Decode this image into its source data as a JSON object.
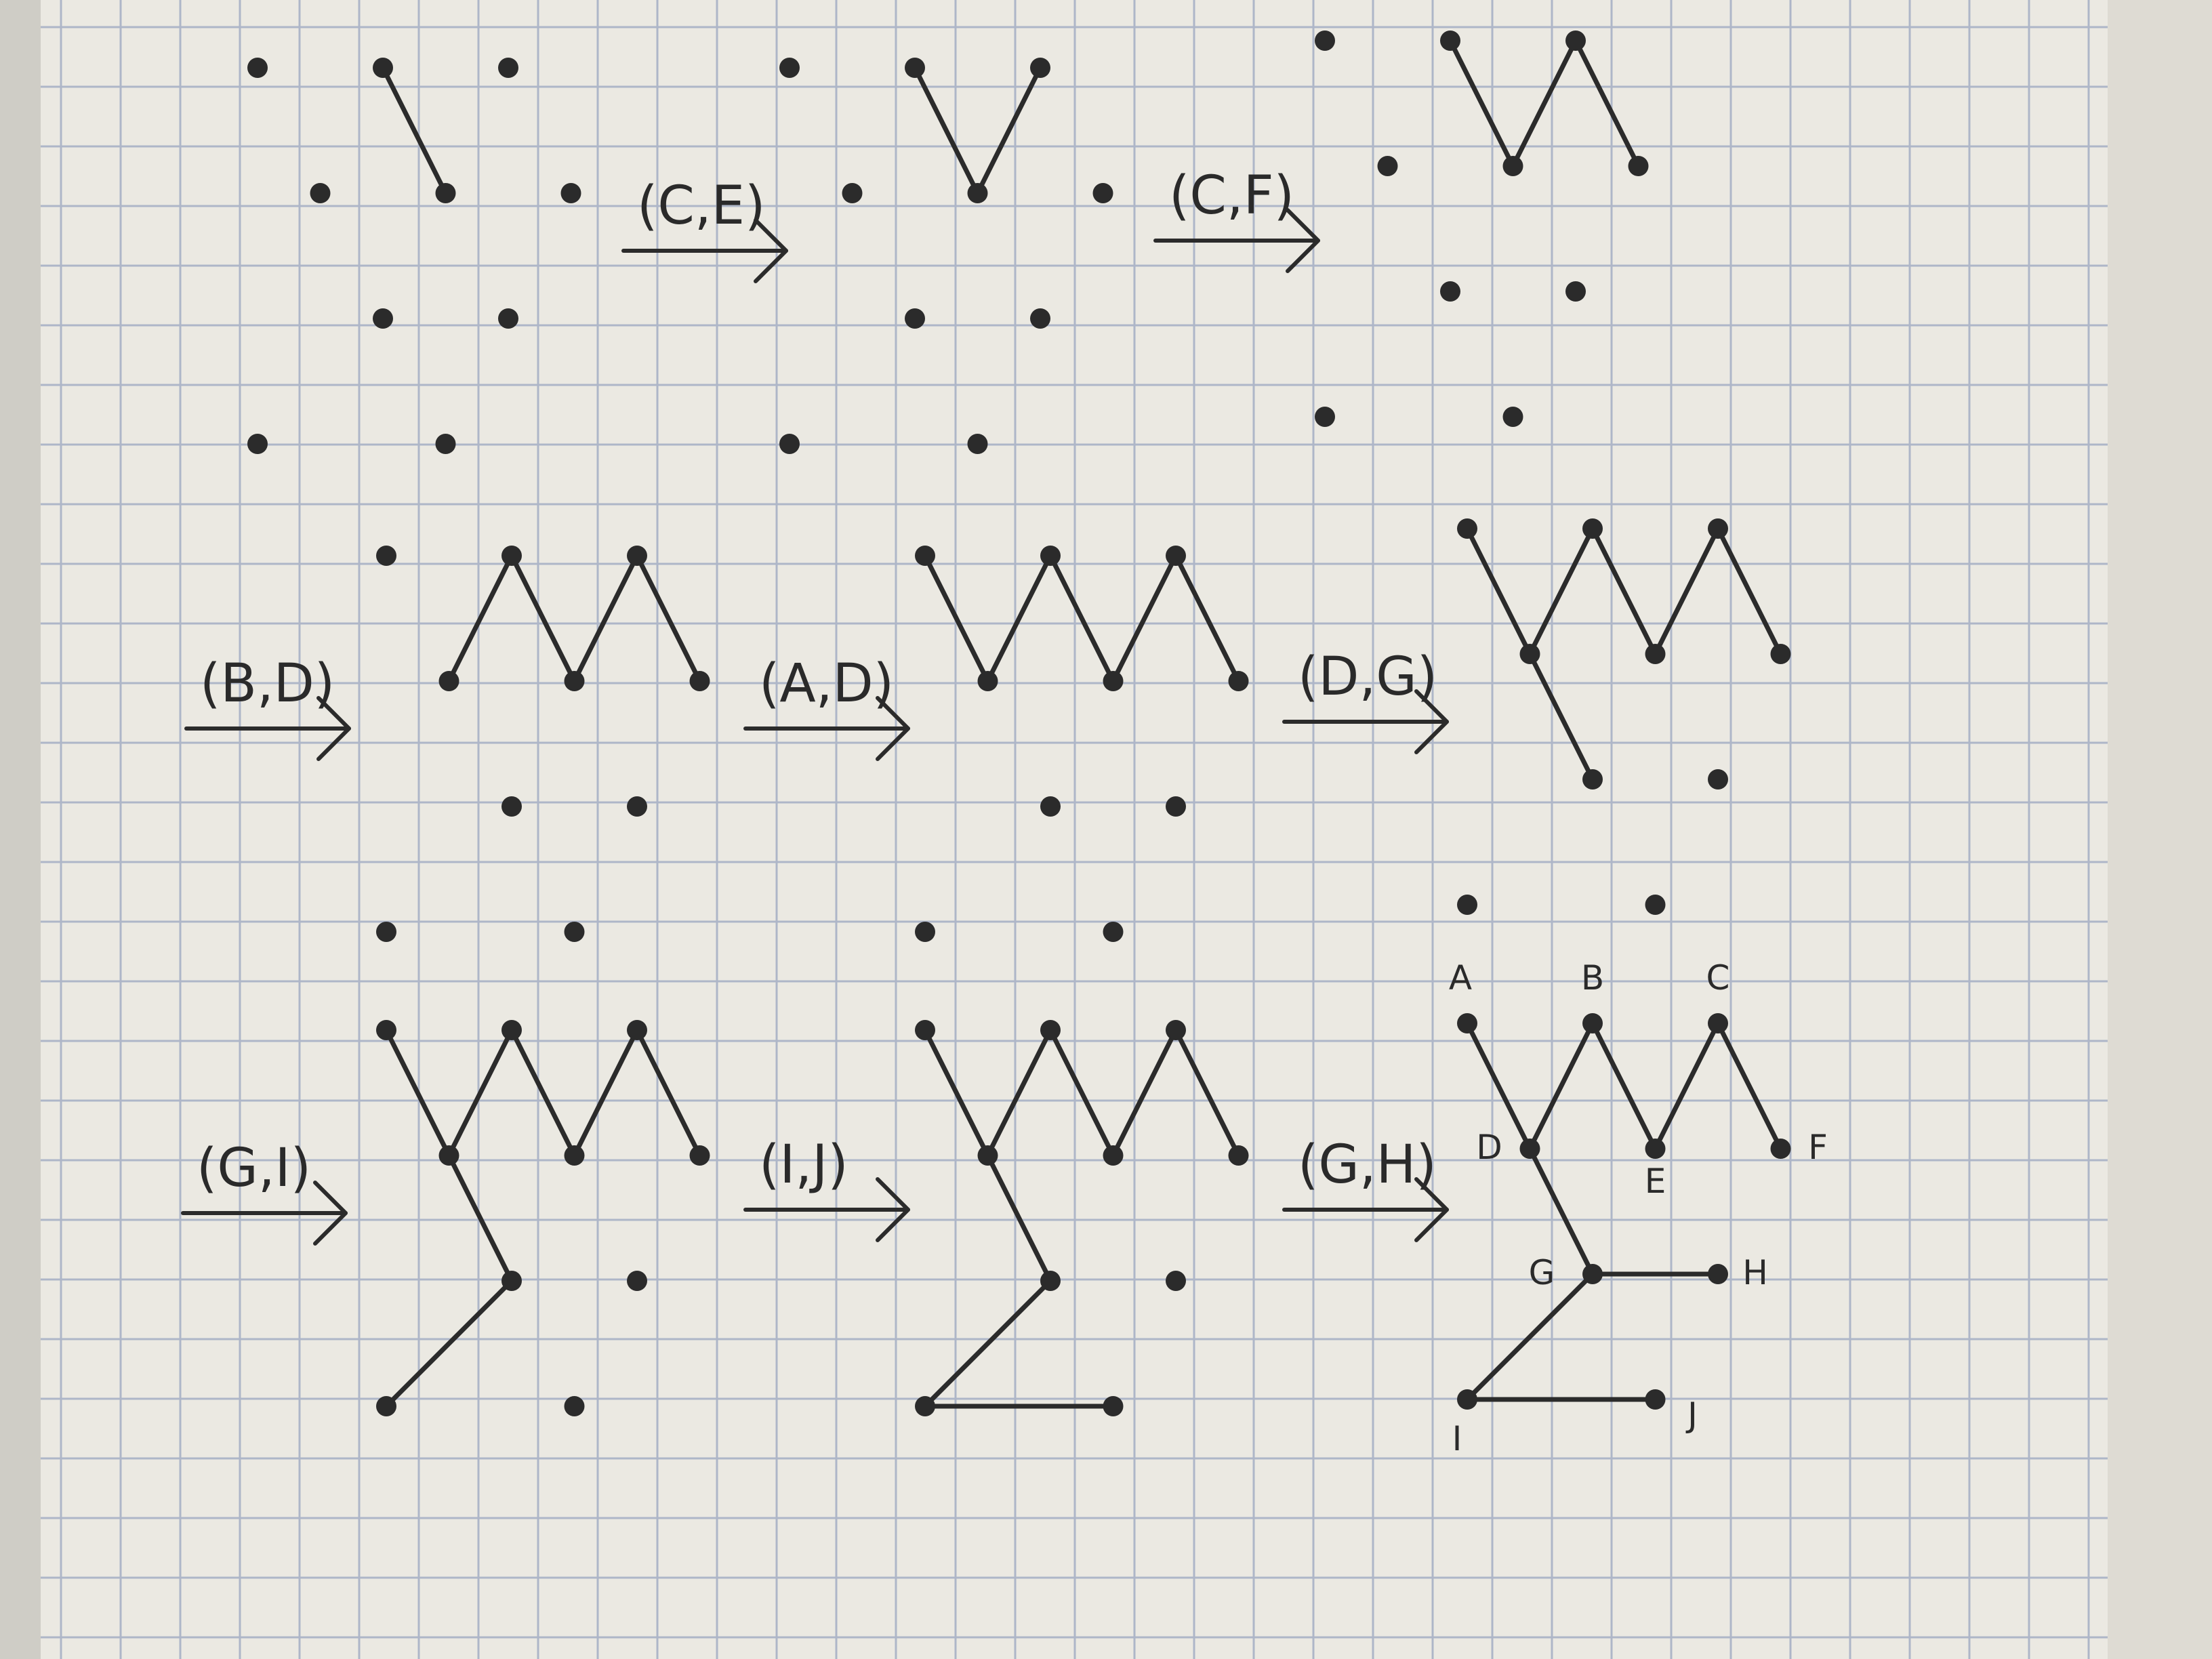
{
  "page": {
    "paper_color": "#ebe9e2",
    "grid_color": "#aeb6c8",
    "ink_color": "#2b2b2b"
  },
  "node_names": [
    "A",
    "B",
    "C",
    "D",
    "E",
    "F",
    "G",
    "H",
    "I",
    "J"
  ],
  "steps": [
    {
      "label": "(C,E)",
      "edges": [
        [
          "B",
          "E"
        ]
      ]
    },
    {
      "label": "(C,F)",
      "edges": [
        [
          "B",
          "E"
        ],
        [
          "C",
          "E"
        ]
      ]
    },
    {
      "label": "(B,D)",
      "edges": [
        [
          "B",
          "E"
        ],
        [
          "C",
          "E"
        ],
        [
          "C",
          "F"
        ]
      ]
    },
    {
      "label": "(A,D)",
      "edges": [
        [
          "B",
          "E"
        ],
        [
          "C",
          "E"
        ],
        [
          "C",
          "F"
        ],
        [
          "B",
          "D"
        ]
      ]
    },
    {
      "label": "(D,G)",
      "edges": [
        [
          "B",
          "E"
        ],
        [
          "C",
          "E"
        ],
        [
          "C",
          "F"
        ],
        [
          "B",
          "D"
        ],
        [
          "A",
          "D"
        ]
      ]
    },
    {
      "label": "(G,I)",
      "edges": [
        [
          "B",
          "E"
        ],
        [
          "C",
          "E"
        ],
        [
          "C",
          "F"
        ],
        [
          "B",
          "D"
        ],
        [
          "A",
          "D"
        ],
        [
          "D",
          "G"
        ]
      ]
    },
    {
      "label": "(I,J)",
      "edges": [
        [
          "B",
          "E"
        ],
        [
          "C",
          "E"
        ],
        [
          "C",
          "F"
        ],
        [
          "B",
          "D"
        ],
        [
          "A",
          "D"
        ],
        [
          "D",
          "G"
        ],
        [
          "G",
          "I"
        ]
      ]
    },
    {
      "label": "(G,H)",
      "edges": [
        [
          "B",
          "E"
        ],
        [
          "C",
          "E"
        ],
        [
          "C",
          "F"
        ],
        [
          "B",
          "D"
        ],
        [
          "A",
          "D"
        ],
        [
          "D",
          "G"
        ],
        [
          "G",
          "I"
        ],
        [
          "I",
          "J"
        ]
      ]
    },
    {
      "label": "",
      "show_node_labels": true,
      "edges": [
        [
          "B",
          "E"
        ],
        [
          "C",
          "E"
        ],
        [
          "C",
          "F"
        ],
        [
          "B",
          "D"
        ],
        [
          "A",
          "D"
        ],
        [
          "D",
          "G"
        ],
        [
          "G",
          "I"
        ],
        [
          "I",
          "J"
        ],
        [
          "G",
          "H"
        ]
      ]
    }
  ]
}
